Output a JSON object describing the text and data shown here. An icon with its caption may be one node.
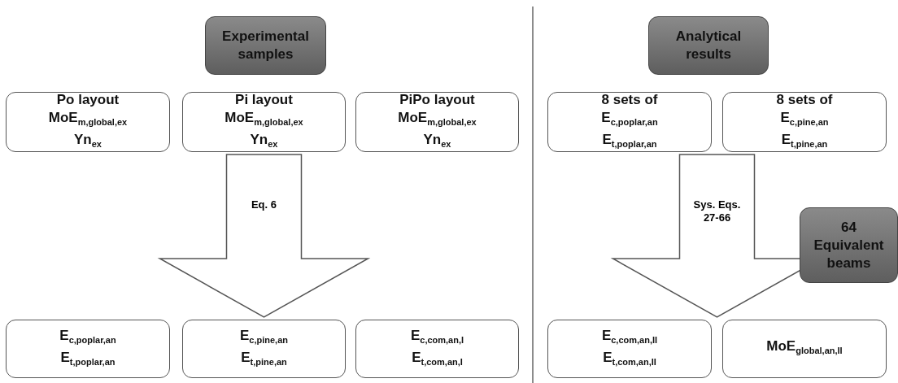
{
  "diagram": {
    "nodes": [
      {
        "text": [
          "Experimental samples"
        ]
      },
      {
        "text": [
          "Po layout",
          "MoE$_{m,global,ex}$",
          "Yn$_{ex}$"
        ]
      },
      {
        "text": [
          "Pi layout",
          "MoE$_{m,global,ex}$",
          "Yn$_{ex}$"
        ]
      },
      {
        "text": [
          "PiPo layout",
          "MoE$_{m,global,ex}$",
          "Yn$_{ex}$"
        ]
      },
      {
        "text": [
          "E$_{c,poplar,an}$",
          "E$_{t,poplar,an}$"
        ]
      },
      {
        "text": [
          "E$_{c,pine,an}$",
          "E$_{t,pine,an}$"
        ]
      },
      {
        "text": [
          "E$_{c,com,an,I}$",
          "E$_{t,com,an,I}$"
        ]
      },
      {
        "text": [
          "Analytical results"
        ]
      },
      {
        "text": [
          "8 sets of",
          "E$_{c,poplar,an}$",
          "E$_{t,poplar,an}$"
        ]
      },
      {
        "text": [
          "8 sets of",
          "E$_{c,pine,an}$",
          "E$_{t,pine,an}$"
        ]
      },
      {
        "text": [
          "64 Equivalent beams"
        ]
      },
      {
        "text": [
          "E$_{c,com,an,II}$",
          "E$_{t,com,an,II}$"
        ]
      },
      {
        "text": [
          "MoE$_{global,an,II}$"
        ]
      }
    ],
    "edges": [
      {
        "from": 2,
        "to": 5,
        "arrow": "to",
        "label": "Eq. 6"
      },
      {
        "from": 8,
        "to": 11,
        "arrow": "to",
        "label": "Sys. Eqs. 27-66"
      },
      {
        "from": 9,
        "to": 11,
        "arrow": "to"
      }
    ]
  }
}
